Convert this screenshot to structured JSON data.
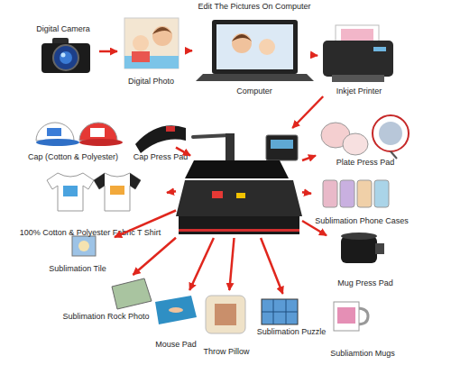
{
  "diagram": {
    "nodes": [
      {
        "text": [
          "Digital Camera"
        ]
      },
      {
        "text": [
          "Digital Photo"
        ]
      },
      {
        "text": [
          "Edit The Pictures On Computer",
          "Computer"
        ]
      },
      {
        "text": [
          "Inkjet Printer"
        ]
      },
      {
        "text": [
          "Cap (Cotton & Polyester)"
        ]
      },
      {
        "text": [
          "Cap Press Pad"
        ]
      },
      {
        "text": []
      },
      {
        "text": [
          "Plate Press Pad"
        ]
      },
      {
        "text": [
          "100% Cotton & Polyester Fabric T Shirt"
        ]
      },
      {
        "text": [
          "Sublimation Phone Cases"
        ]
      },
      {
        "text": [
          "Mug Press Pad"
        ]
      },
      {
        "text": [
          "Sublimation Tile"
        ]
      },
      {
        "text": [
          "Sublimation Rock Photo"
        ]
      },
      {
        "text": [
          "Mouse Pad"
        ]
      },
      {
        "text": [
          "Throw Pillow"
        ]
      },
      {
        "text": [
          "Sublimation Puzzle"
        ]
      },
      {
        "text": [
          "Subliamtion Mugs"
        ]
      }
    ],
    "edges": [
      {
        "from": 0,
        "to": 1,
        "arrow": "to"
      },
      {
        "from": 1,
        "to": 2,
        "arrow": "to"
      },
      {
        "from": 2,
        "to": 3,
        "arrow": "to"
      },
      {
        "from": 3,
        "to": 6,
        "arrow": "to"
      },
      {
        "from": 6,
        "to": 5,
        "arrow": "to"
      },
      {
        "from": 6,
        "to": 7,
        "arrow": "to"
      },
      {
        "from": 6,
        "to": 8,
        "arrow": "to"
      },
      {
        "from": 6,
        "to": 9,
        "arrow": "to"
      },
      {
        "from": 6,
        "to": 10,
        "arrow": "to"
      },
      {
        "from": 6,
        "to": 11,
        "arrow": "to"
      },
      {
        "from": 6,
        "to": 12,
        "arrow": "to"
      },
      {
        "from": 6,
        "to": 13,
        "arrow": "to"
      },
      {
        "from": 6,
        "to": 14,
        "arrow": "to"
      },
      {
        "from": 6,
        "to": 15,
        "arrow": "to"
      }
    ]
  }
}
